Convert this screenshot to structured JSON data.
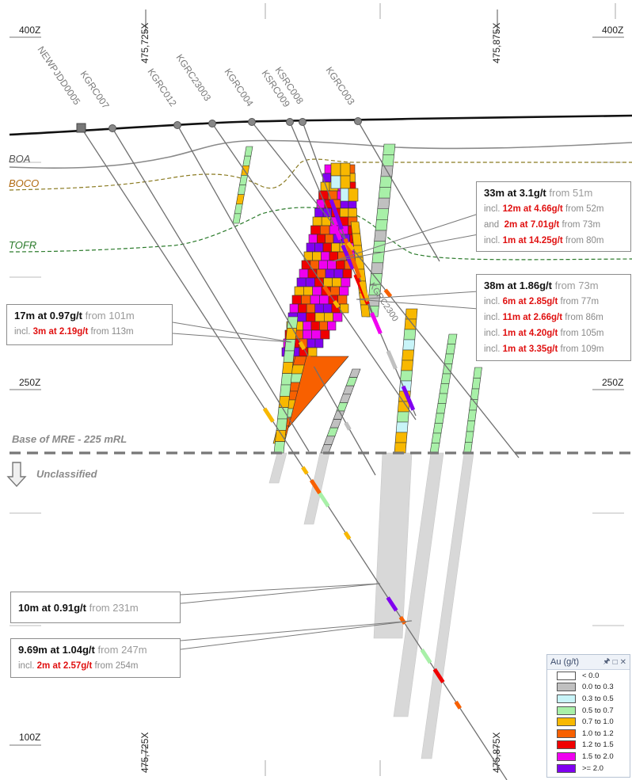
{
  "grid": {
    "elev_top": "400Z",
    "elev_mid": "250Z",
    "elev_bot": "100Z",
    "easting_left": "475,725X",
    "easting_right": "475,875X"
  },
  "holes": [
    "NEWPJDD0005",
    "KGRC007",
    "KGRC012",
    "KGRC23003",
    "KGRC004",
    "KSRC009",
    "KSRC008",
    "KGRC003"
  ],
  "hidden_label": "KGRC2300",
  "units": {
    "boa": "BOA",
    "boco": "BOCO",
    "tofr": "TOFR"
  },
  "mre": {
    "base_label": "Base of MRE - 225 mRL",
    "unclassified": "Unclassified"
  },
  "callouts": {
    "c1": {
      "main": "33m at 3.1g/t",
      "from": "from 51m",
      "rows": [
        {
          "pre": "incl.",
          "val": "12m at 4.66g/t",
          "from": "from 52m"
        },
        {
          "pre": "and",
          "val": "2m at 7.01g/t",
          "from": "from 73m"
        },
        {
          "pre": "incl.",
          "val": "1m at 14.25g/t",
          "from": "from 80m"
        }
      ]
    },
    "c2": {
      "main": "38m at 1.86g/t",
      "from": "from 73m",
      "rows": [
        {
          "pre": "incl.",
          "val": "6m at 2.85g/t",
          "from": "from 77m"
        },
        {
          "pre": "incl.",
          "val": "11m at 2.66g/t",
          "from": "from 86m"
        },
        {
          "pre": "incl.",
          "val": "1m at 4.20g/t",
          "from": "from 105m"
        },
        {
          "pre": "incl.",
          "val": "1m at 3.35g/t",
          "from": "from 109m"
        }
      ]
    },
    "c3": {
      "main": "17m at 0.97g/t",
      "from": "from 101m",
      "rows": [
        {
          "pre": "incl.",
          "val": "3m at 2.19g/t",
          "from": "from 113m"
        }
      ]
    },
    "c4": {
      "main": "10m at 0.91g/t",
      "from": "from 231m",
      "rows": []
    },
    "c5": {
      "main": "9.69m at 1.04g/t",
      "from": "from 247m",
      "rows": [
        {
          "pre": "incl.",
          "val": "2m at 2.57g/t",
          "from": "from 254m"
        }
      ]
    }
  },
  "legend": {
    "title": "Au (g/t)",
    "controls": [
      "pin-icon",
      "maximize-icon",
      "close-icon"
    ],
    "items": [
      {
        "label": "< 0.0",
        "color": "#ffffff"
      },
      {
        "label": "0.0 to 0.3",
        "color": "#c0c0c0"
      },
      {
        "label": "0.3 to 0.5",
        "color": "#c8f4f8"
      },
      {
        "label": "0.5 to 0.7",
        "color": "#a8f0a8"
      },
      {
        "label": "0.7 to 1.0",
        "color": "#f8b800"
      },
      {
        "label": "1.0 to 1.2",
        "color": "#f86000"
      },
      {
        "label": "1.2 to 1.5",
        "color": "#f00000"
      },
      {
        "label": "1.5 to 2.0",
        "color": "#f000f0"
      },
      {
        "label": ">= 2.0",
        "color": "#8000f0"
      }
    ]
  }
}
